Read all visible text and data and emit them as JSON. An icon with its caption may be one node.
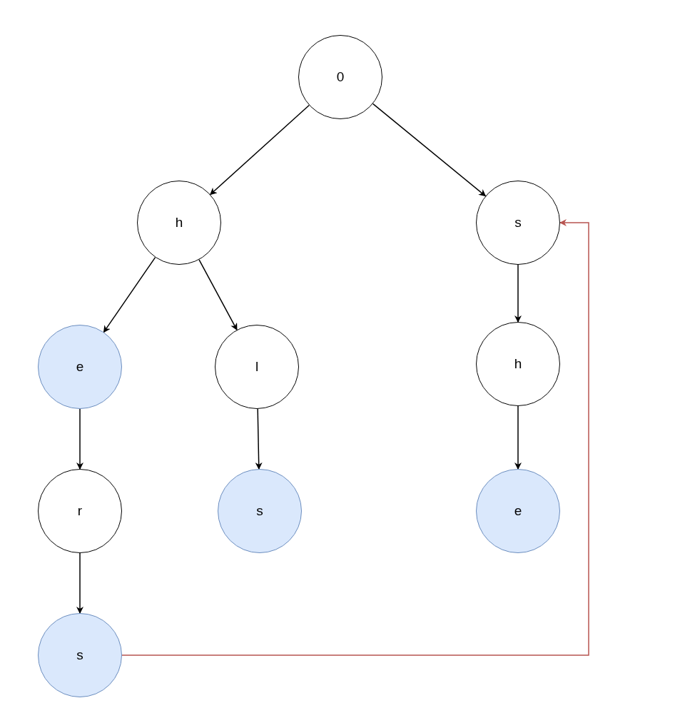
{
  "diagram": {
    "nodes": [
      {
        "text": [
          "0"
        ]
      },
      {
        "text": [
          "h"
        ]
      },
      {
        "text": [
          "s"
        ]
      },
      {
        "text": [
          "e"
        ]
      },
      {
        "text": [
          "l"
        ]
      },
      {
        "text": [
          "h"
        ]
      },
      {
        "text": [
          "r"
        ]
      },
      {
        "text": [
          "s"
        ]
      },
      {
        "text": [
          "e"
        ]
      },
      {
        "text": [
          "s"
        ]
      }
    ],
    "edges": [
      {
        "from": 0,
        "to": 1,
        "arrow": "to"
      },
      {
        "from": 0,
        "to": 2,
        "arrow": "to"
      },
      {
        "from": 1,
        "to": 3,
        "arrow": "to"
      },
      {
        "from": 1,
        "to": 4,
        "arrow": "to"
      },
      {
        "from": 2,
        "to": 5,
        "arrow": "to"
      },
      {
        "from": 3,
        "to": 6,
        "arrow": "to"
      },
      {
        "from": 4,
        "to": 7,
        "arrow": "to"
      },
      {
        "from": 5,
        "to": 8,
        "arrow": "to"
      },
      {
        "from": 6,
        "to": 9,
        "arrow": "to"
      },
      {
        "from": 9,
        "to": 2,
        "arrow": "to",
        "color": "#b85450"
      }
    ]
  }
}
